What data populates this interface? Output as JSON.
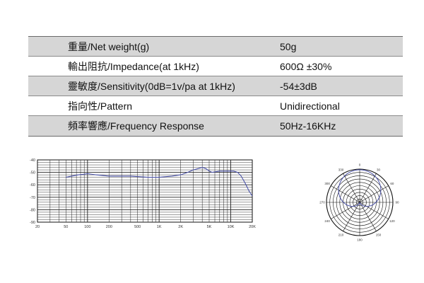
{
  "specs": [
    {
      "label": "重量/Net weight(g)",
      "value": "50g",
      "shaded": true
    },
    {
      "label": "輸出阻抗/Impedance(at 1kHz)",
      "value": "600Ω ±30%",
      "shaded": false
    },
    {
      "label": "靈敏度/Sensitivity(0dB=1v/pa at 1kHz)",
      "value": "-54±3dB",
      "shaded": true
    },
    {
      "label": "指向性/Pattern",
      "value": "Unidirectional",
      "shaded": false
    },
    {
      "label": "頻率響應/Frequency Response",
      "value": "50Hz-16KHz",
      "shaded": true
    }
  ],
  "chart_data": [
    {
      "type": "line",
      "x_scale": "log",
      "xlim": [
        20,
        20000
      ],
      "ylim": [
        -90,
        -40
      ],
      "x_ticks": [
        20,
        50,
        100,
        200,
        500,
        1000,
        2000,
        5000,
        10000,
        20000
      ],
      "x_tick_labels": [
        "20",
        "50",
        "100",
        "200",
        "500",
        "1K",
        "2K",
        "5K",
        "10K",
        "20K"
      ],
      "y_ticks": [
        -40,
        -50,
        -60,
        -70,
        -80,
        -90
      ],
      "y_tick_labels": [
        "-40",
        "-50",
        "-60",
        "-70",
        "-80",
        "-90"
      ],
      "grid": true,
      "line_color": "#4a52a8",
      "series": [
        {
          "x": [
            50,
            60,
            75,
            90,
            100,
            130,
            200,
            400,
            700,
            1000,
            1500,
            2000,
            2500,
            3000,
            3500,
            4000,
            4500,
            5000,
            5500,
            7000,
            9000,
            11000,
            12500,
            14000,
            16000,
            18000,
            20000
          ],
          "y": [
            -54,
            -53,
            -52,
            -51.5,
            -51,
            -52,
            -53,
            -53,
            -54,
            -54,
            -53,
            -52,
            -50,
            -48,
            -47,
            -46,
            -47,
            -49,
            -50,
            -49,
            -49,
            -49,
            -50,
            -53,
            -59,
            -65,
            -69
          ]
        }
      ]
    },
    {
      "type": "polar",
      "angle_labels": [
        "0",
        "30",
        "60",
        "90",
        "120",
        "150",
        "180",
        "210",
        "240",
        "270",
        "300",
        "330"
      ],
      "pattern": "cardioid",
      "line_color": "#4a52a8"
    }
  ]
}
